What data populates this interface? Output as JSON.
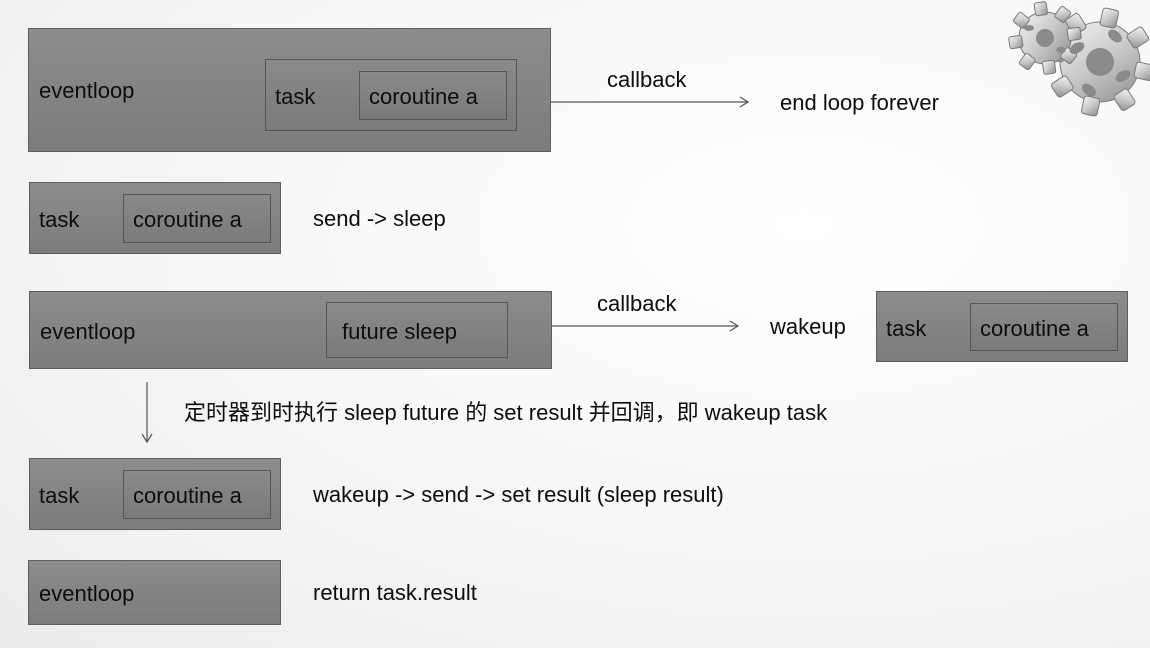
{
  "row1": {
    "eventloop_label": "eventloop",
    "task_label": "task",
    "coroutine_label": "coroutine a",
    "callback_label": "callback",
    "result_text": "end loop forever"
  },
  "row2": {
    "task_label": "task",
    "coroutine_label": "coroutine a",
    "step_text": "send -> sleep"
  },
  "row3": {
    "eventloop_label": "eventloop",
    "future_label": "future sleep",
    "callback_label": "callback",
    "wakeup_text": "wakeup",
    "task_label": "task",
    "coroutine_label": "coroutine a"
  },
  "timer_note": "定时器到时执行 sleep future 的 set result 并回调，即 wakeup task",
  "row4": {
    "task_label": "task",
    "coroutine_label": "coroutine a",
    "step_text": "wakeup -> send -> set result (sleep result)"
  },
  "row5": {
    "eventloop_label": "eventloop",
    "step_text": "return task.result"
  },
  "decoration": {
    "gear_icon": "gear-cluster-icon"
  }
}
